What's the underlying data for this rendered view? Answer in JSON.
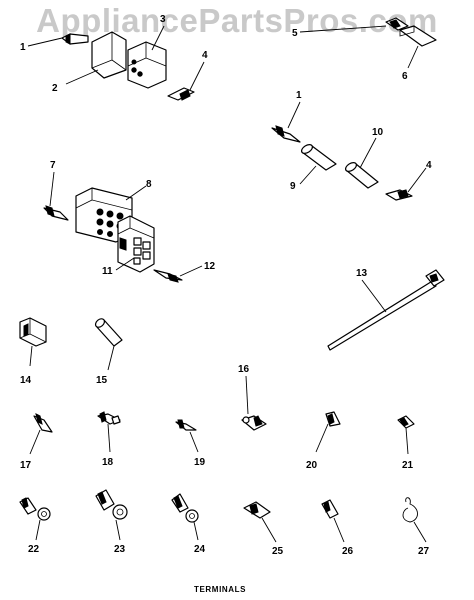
{
  "watermark": "AppliancePartsPros.com",
  "caption": "TERMINALS",
  "callouts": {
    "c1": "1",
    "c2": "2",
    "c3": "3",
    "c4": "4",
    "c5": "5",
    "c6": "6",
    "c1b": "1",
    "c10": "10",
    "c9": "9",
    "c4b": "4",
    "c7": "7",
    "c8": "8",
    "c11": "11",
    "c12": "12",
    "c13": "13",
    "c14": "14",
    "c15": "15",
    "c16": "16",
    "c17": "17",
    "c18": "18",
    "c19": "19",
    "c20": "20",
    "c21": "21",
    "c22": "22",
    "c23": "23",
    "c24": "24",
    "c25": "25",
    "c26": "26",
    "c27": "27"
  }
}
